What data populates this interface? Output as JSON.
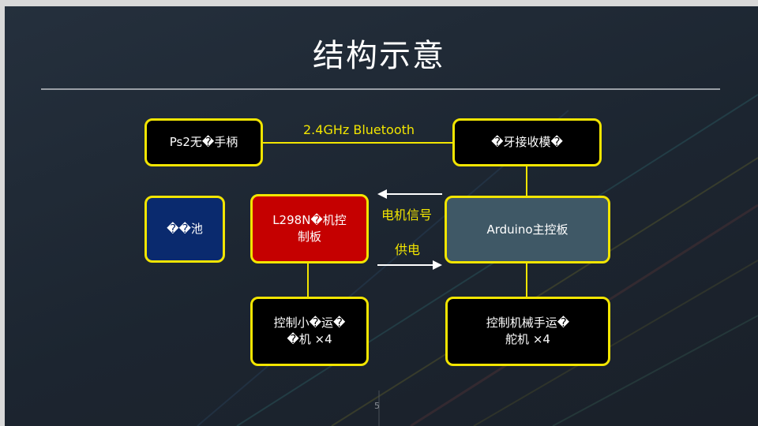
{
  "slide": {
    "title": "结构示意",
    "page_number": "5"
  },
  "boxes": {
    "ps2": "Ps2无�手柄",
    "battery": "��池",
    "receiver": "�牙接收模�",
    "l298n": "L298N�机控\n制板",
    "arduino": "Arduino主控板",
    "car_motor": "控制小�运�\n�机 ×4",
    "arm_servo": "控制机械手运�\n舵机 ×4"
  },
  "labels": {
    "wireless": "2.4GHz   Bluetooth",
    "motor_signal": "电机信号",
    "power_supply": "供电"
  },
  "colors": {
    "border": "#f2e500",
    "battery_fill": "#0a2a6e",
    "l298n_fill": "#c50000",
    "arduino_fill": "#3f5866",
    "plain_fill": "#000000"
  }
}
